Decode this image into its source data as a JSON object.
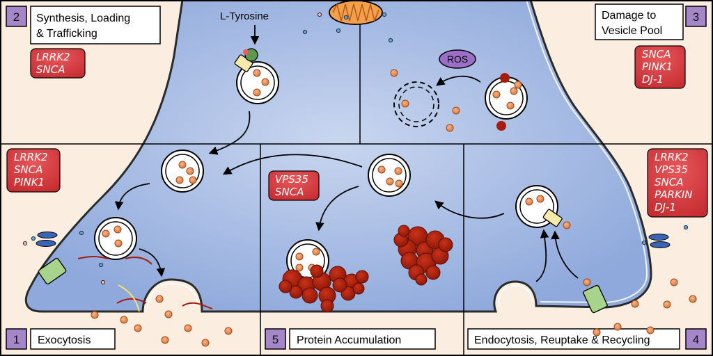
{
  "panels": [
    {
      "number": "2",
      "title_lines": [
        "Synthesis, Loading",
        "& Trafficking"
      ],
      "genes": [
        "LRRK2",
        "SNCA"
      ]
    },
    {
      "number": "3",
      "title_lines": [
        "Damage to",
        "Vesicle Pool"
      ],
      "genes": [
        "SNCA",
        "PINK1",
        "DJ-1"
      ]
    },
    {
      "number": "1",
      "title_lines": [
        "Exocytosis"
      ],
      "genes": [
        "LRRK2",
        "SNCA",
        "PINK1"
      ]
    },
    {
      "number": "5",
      "title_lines": [
        "Protein Accumulation"
      ],
      "genes": [
        "VPS35",
        "SNCA"
      ]
    },
    {
      "number": "4",
      "title_lines": [
        "Endocytosis, Reuptake & Recycling"
      ],
      "genes": [
        "LRRK2",
        "VPS35",
        "SNCA",
        "PARKIN",
        "DJ-1"
      ]
    }
  ],
  "labels": {
    "tyrosine": "L-Tyrosine",
    "ros": "ROS"
  },
  "colors": {
    "cytoplasm": "#b7c9ea",
    "extracellular": "#fbeee0",
    "gene_box": "#d9343a",
    "number_badge": "#a586c8",
    "dopamine": "#e8894c",
    "aggregate": "#a51d0d",
    "ros_bubble": "#9b6fc6",
    "transporter": "#a8d38a",
    "channel": "#3a64b5",
    "mitochondrion": "#f2a04a"
  }
}
